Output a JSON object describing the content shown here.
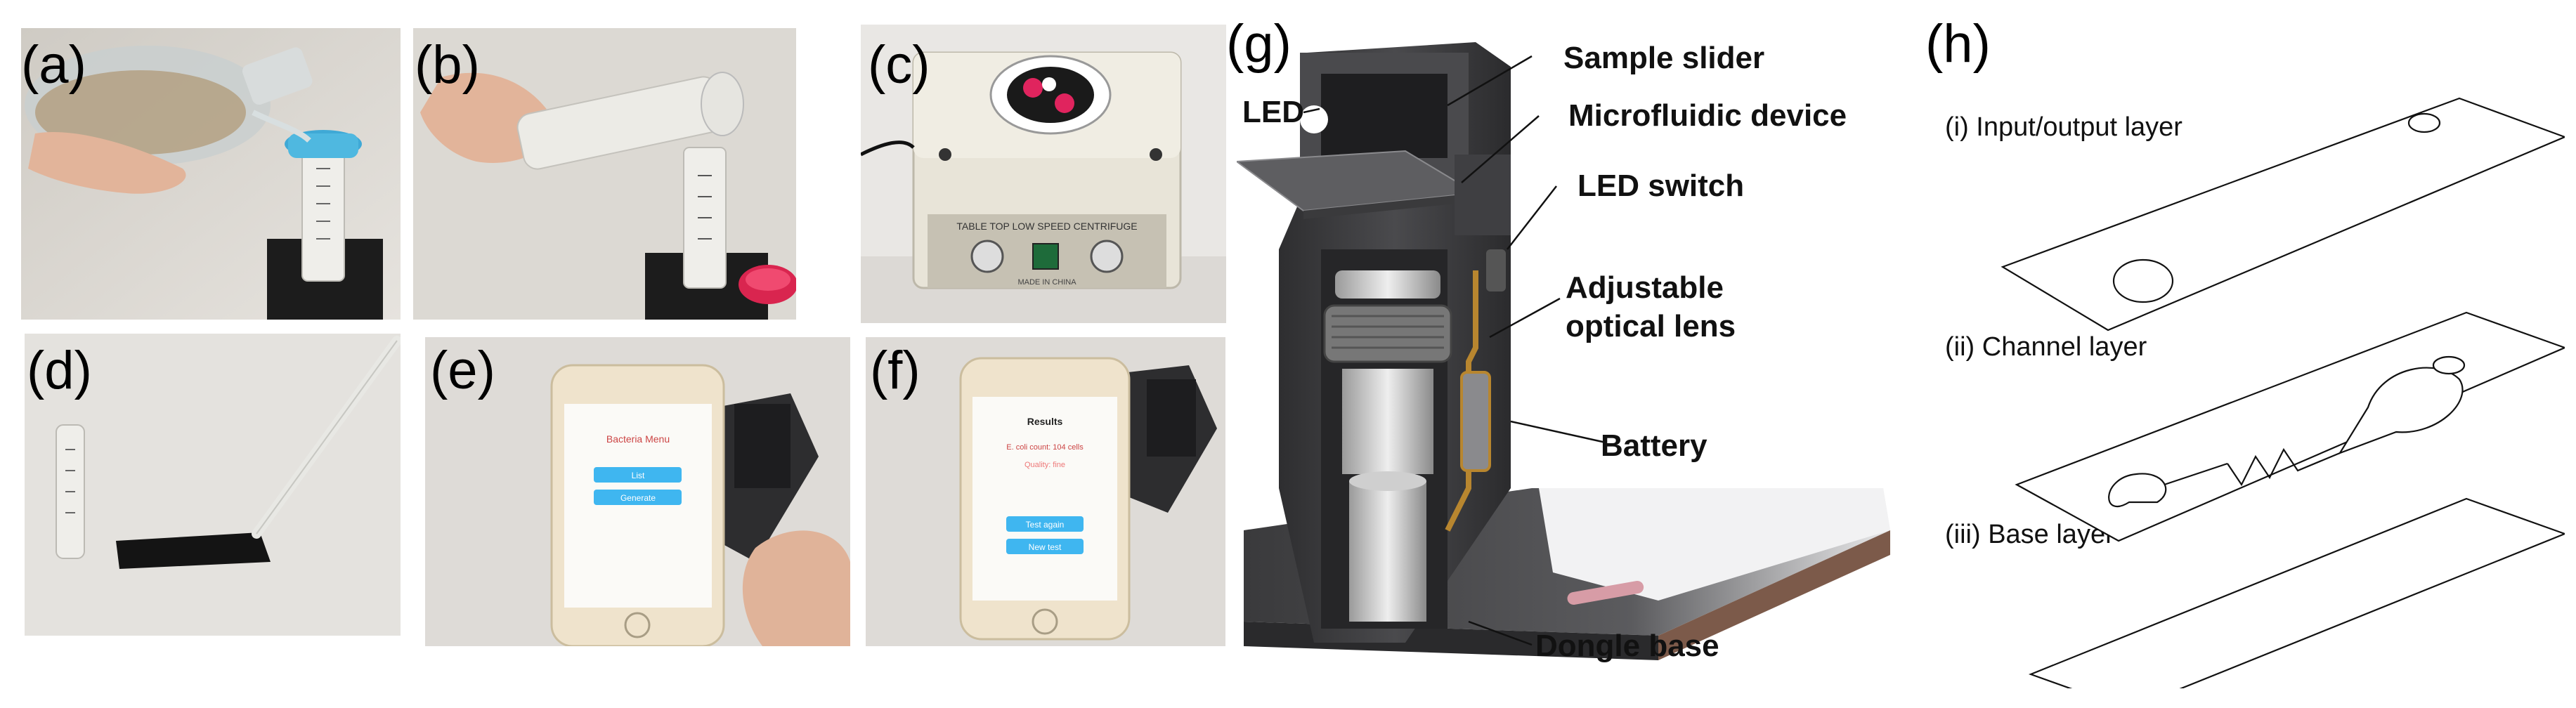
{
  "panels": {
    "a": {
      "label": "(a)"
    },
    "b": {
      "label": "(b)"
    },
    "c": {
      "label": "(c)",
      "centrifuge_text": "TABLE TOP LOW SPEED CENTRIFUGE",
      "made_in": "MADE IN CHINA"
    },
    "d": {
      "label": "(d)"
    },
    "e": {
      "label": "(e)",
      "screen_title": "Bacteria Menu",
      "btn1": "List",
      "btn2": "Generate"
    },
    "f": {
      "label": "(f)",
      "screen_title": "Results",
      "result_line": "E. coli count: 104 cells",
      "quality": "Quality: fine",
      "btn1": "Test again",
      "btn2": "New test"
    },
    "g": {
      "label": "(g)",
      "callouts": {
        "led": "LED",
        "sample_slider": "Sample slider",
        "microfluidic": "Microfluidic device",
        "led_switch": "LED switch",
        "lens_line1": "Adjustable",
        "lens_line2": "optical lens",
        "battery": "Battery",
        "dongle_base": "Dongle base"
      }
    },
    "h": {
      "label": "(h)",
      "layers": {
        "input_output": "(i) Input/output layer",
        "channel": "(ii) Channel layer",
        "base": "(iii) Base layer"
      }
    }
  },
  "colors": {
    "photo_bg": "#d9d6d0",
    "dongle_body": "#3b3b3d",
    "accent_pink": "#e0245e",
    "accent_cyan": "#4fc3e8",
    "brass": "#b8862f"
  }
}
